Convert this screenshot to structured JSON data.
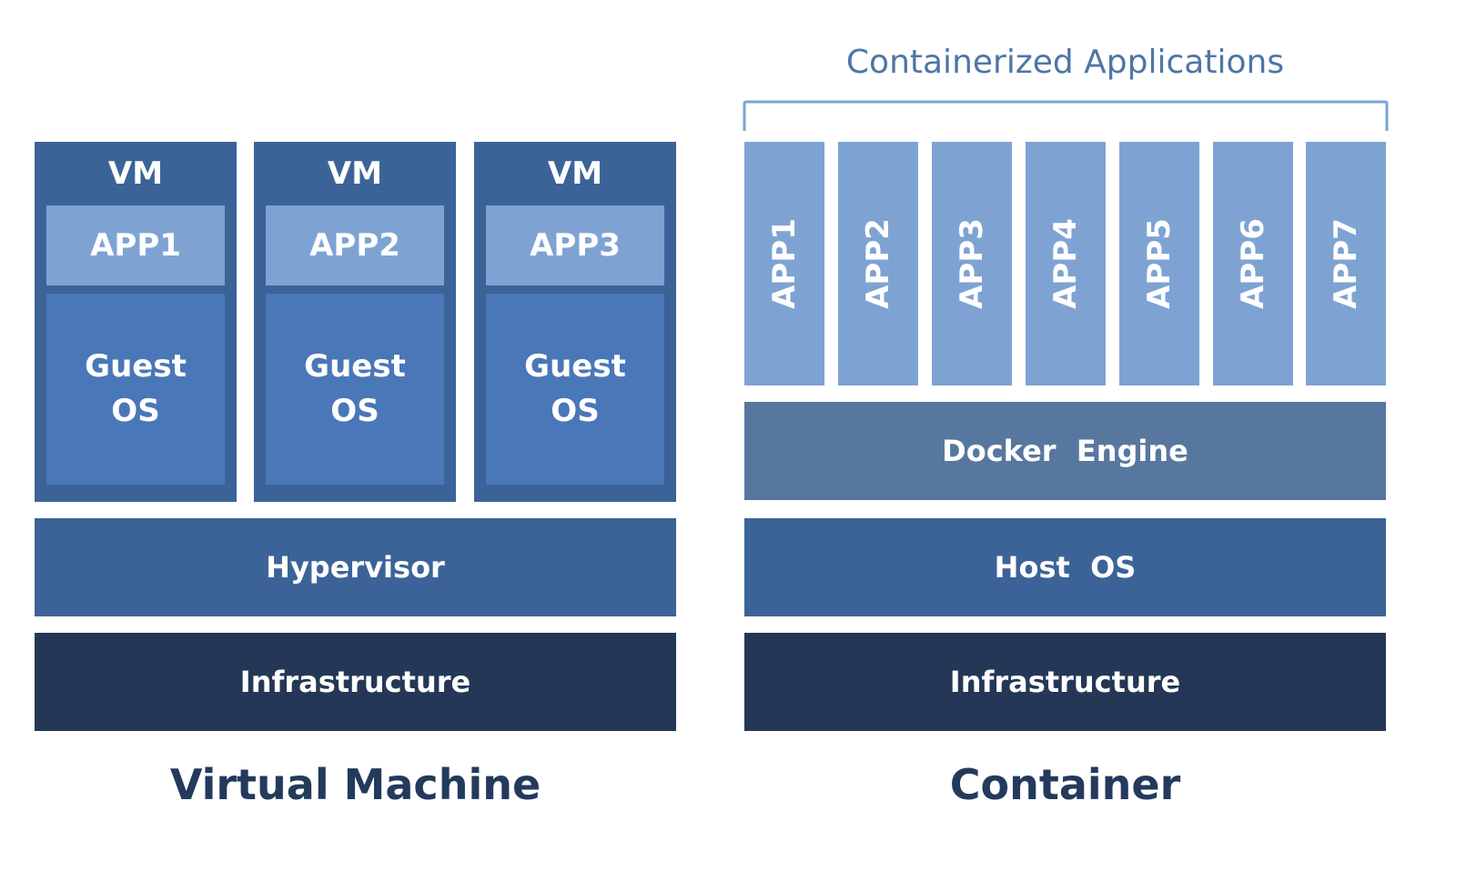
{
  "vm": {
    "columns": [
      {
        "title": "VM",
        "app": "APP1",
        "guest_line1": "Guest",
        "guest_line2": "OS"
      },
      {
        "title": "VM",
        "app": "APP2",
        "guest_line1": "Guest",
        "guest_line2": "OS"
      },
      {
        "title": "VM",
        "app": "APP3",
        "guest_line1": "Guest",
        "guest_line2": "OS"
      }
    ],
    "hypervisor": "Hypervisor",
    "infrastructure": "Infrastructure",
    "caption": "Virtual Machine"
  },
  "container": {
    "bracket_label": "Containerized Applications",
    "apps": [
      "APP1",
      "APP2",
      "APP3",
      "APP4",
      "APP5",
      "APP6",
      "APP7"
    ],
    "docker_engine": "Docker  Engine",
    "host_os": "Host  OS",
    "infrastructure": "Infrastructure",
    "caption": "Container"
  },
  "colors": {
    "vm_frame": "#3c6398",
    "app_light": "#7ea3d3",
    "guest_os": "#4a77b8",
    "docker_engine": "#58779f",
    "infrastructure": "#243756",
    "caption_text": "#233a5c",
    "bracket": "#4f75a8"
  }
}
